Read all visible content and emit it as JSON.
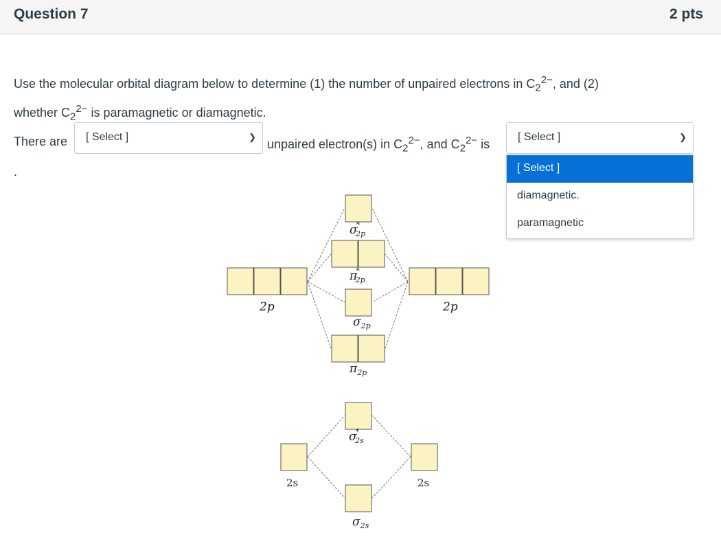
{
  "question": {
    "title": "Question 7",
    "points": "2 pts"
  },
  "prompt": {
    "line1_a": "Use the molecular orbital diagram below to determine (1) the number of unpaired electrons in C",
    "sub": "2",
    "sup": "2−",
    "line1_b": ", and (2)",
    "line2_a": "whether C",
    "line2_b": " is paramagnetic or diamagnetic."
  },
  "answer": {
    "prefix": "There are",
    "middle_a": "unpaired electron(s) in C",
    "middle_b": ", and C",
    "suffix": "is",
    "select1_value": "[ Select ]",
    "select2_value": "[ Select ]",
    "dropdown_options": [
      "[ Select ]",
      "diamagnetic.",
      "paramagnetic"
    ],
    "trailing": "."
  },
  "diagram": {
    "left_2p": "2p",
    "right_2p": "2p",
    "left_2s": "2s",
    "right_2s": "2s",
    "sigma": "σ",
    "pi": "π",
    "star": "*",
    "sub_2p": "2p",
    "sub_2s": "2s"
  },
  "colors": {
    "accent": "#0770d6",
    "orbital_box": "#fbf4c2",
    "header_bg": "#f5f5f5"
  }
}
